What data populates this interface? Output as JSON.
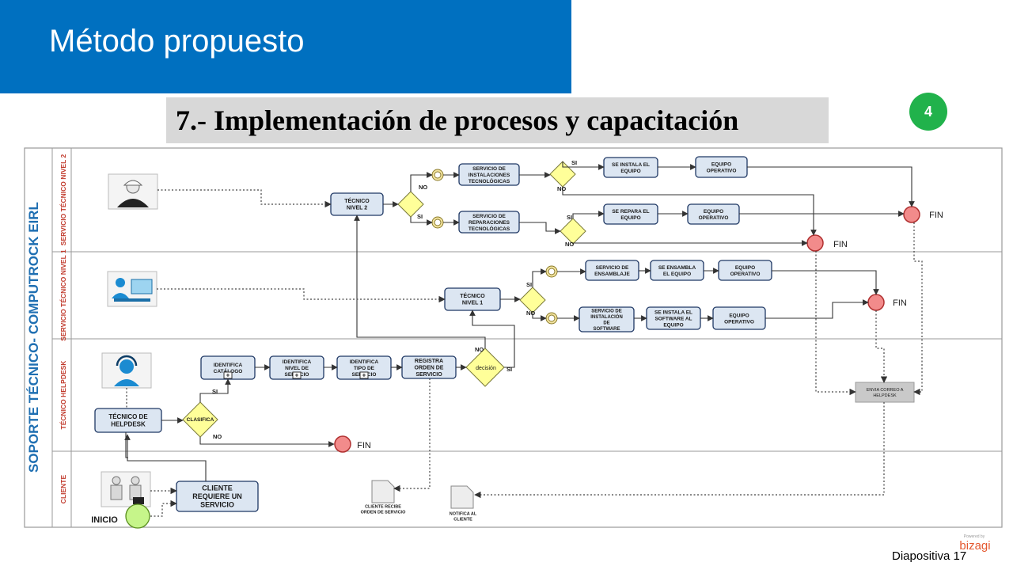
{
  "slide": {
    "title": "Método propuesto",
    "subtitle": "7.- Implementación de procesos y capacitación",
    "badge": "4",
    "footer": "Diapositiva 17",
    "brand": "bizagi",
    "brand_caption": "Powered by"
  },
  "colors": {
    "header_blue": "#0070c0",
    "badge_green": "#21b24b",
    "task_fill": "#dce6f2",
    "task_stroke": "#1f3864",
    "pool_title": "#1f6fb2",
    "lane_label_red": "#c0392b",
    "gateway_fill": "#ffff99",
    "end_fill": "#f28b8b",
    "start_fill": "#c6f58a"
  },
  "diagram": {
    "pool": "SOPORTE TÉCNICO- COMPUTROCK EIRL",
    "lanes": [
      "SERVICIO TÉCNICO NIVEL 2",
      "SERVICIO TÉCNICO  NIVEL 1",
      "TÉCNICO HELPDESK",
      "CLIENTE"
    ],
    "tasks": {
      "tecnico_n2": [
        "TÉCNICO",
        "NIVEL 2"
      ],
      "serv_instalaciones": [
        "SERVICIO DE",
        "INSTALACIONES",
        "TECNOLÓGICAS"
      ],
      "instala_equipo": [
        "SE INSTALA EL",
        "EQUIPO"
      ],
      "equipo_op1": [
        "EQUIPO",
        "OPERATIVO"
      ],
      "serv_reparaciones": [
        "SERVICIO DE",
        "REPARACIONES",
        "TECNOLÓGICAS"
      ],
      "repara_equipo": [
        "SE REPARA EL",
        "EQUIPO"
      ],
      "equipo_op2": [
        "EQUIPO",
        "OPERATIVO"
      ],
      "tecnico_n1": [
        "TÉCNICO",
        "NIVEL  1"
      ],
      "serv_ensamblaje": [
        "SERVICIO DE",
        "ENSAMBLAJE"
      ],
      "ensambla_equipo": [
        "SE ENSAMBLA",
        "EL EQUIPO"
      ],
      "equipo_op3": [
        "EQUIPO",
        "OPERATIVO"
      ],
      "serv_instal_sw": [
        "SERVICIO DE",
        "INSTALACIÓN",
        "DE",
        "SOFTWARE"
      ],
      "instala_sw": [
        "SE INSTALA EL",
        "SOFTWARE AL",
        "EQUIPO"
      ],
      "equipo_op4": [
        "EQUIPO",
        "OPERATIVO"
      ],
      "id_catalogo": [
        "IDENTIFICA",
        "CATÁLOGO"
      ],
      "id_nivel": [
        "IDENTIFICA",
        "NIVEL DE",
        "SERVICIO"
      ],
      "id_tipo": [
        "IDENTIFICA",
        "TIPO DE",
        "SERVICIO"
      ],
      "registra_orden": [
        "REGISTRA",
        "ORDEN DE",
        "SERVICIO"
      ],
      "tecnico_helpdesk": [
        "TÉCNICO DE",
        "HELPDESK"
      ],
      "cliente_requiere": [
        "CLIENTE",
        "REQUIERE UN",
        "SERVICIO"
      ],
      "envia_correo": [
        "ENVIA CORREO A",
        "HELPDESK"
      ]
    },
    "gateways": {
      "clasifica": "CLASIFICA",
      "decision": "decisión"
    },
    "labels": {
      "si": "SI",
      "no": "NO",
      "fin": "FIN",
      "inicio": "INICIO"
    },
    "documents": {
      "cliente_recibe": [
        "CLIENTE RECIBE",
        "ORDEN DE SERVICIO"
      ],
      "notifica": [
        "NOTIFICA AL",
        "CLIENTE"
      ]
    }
  }
}
